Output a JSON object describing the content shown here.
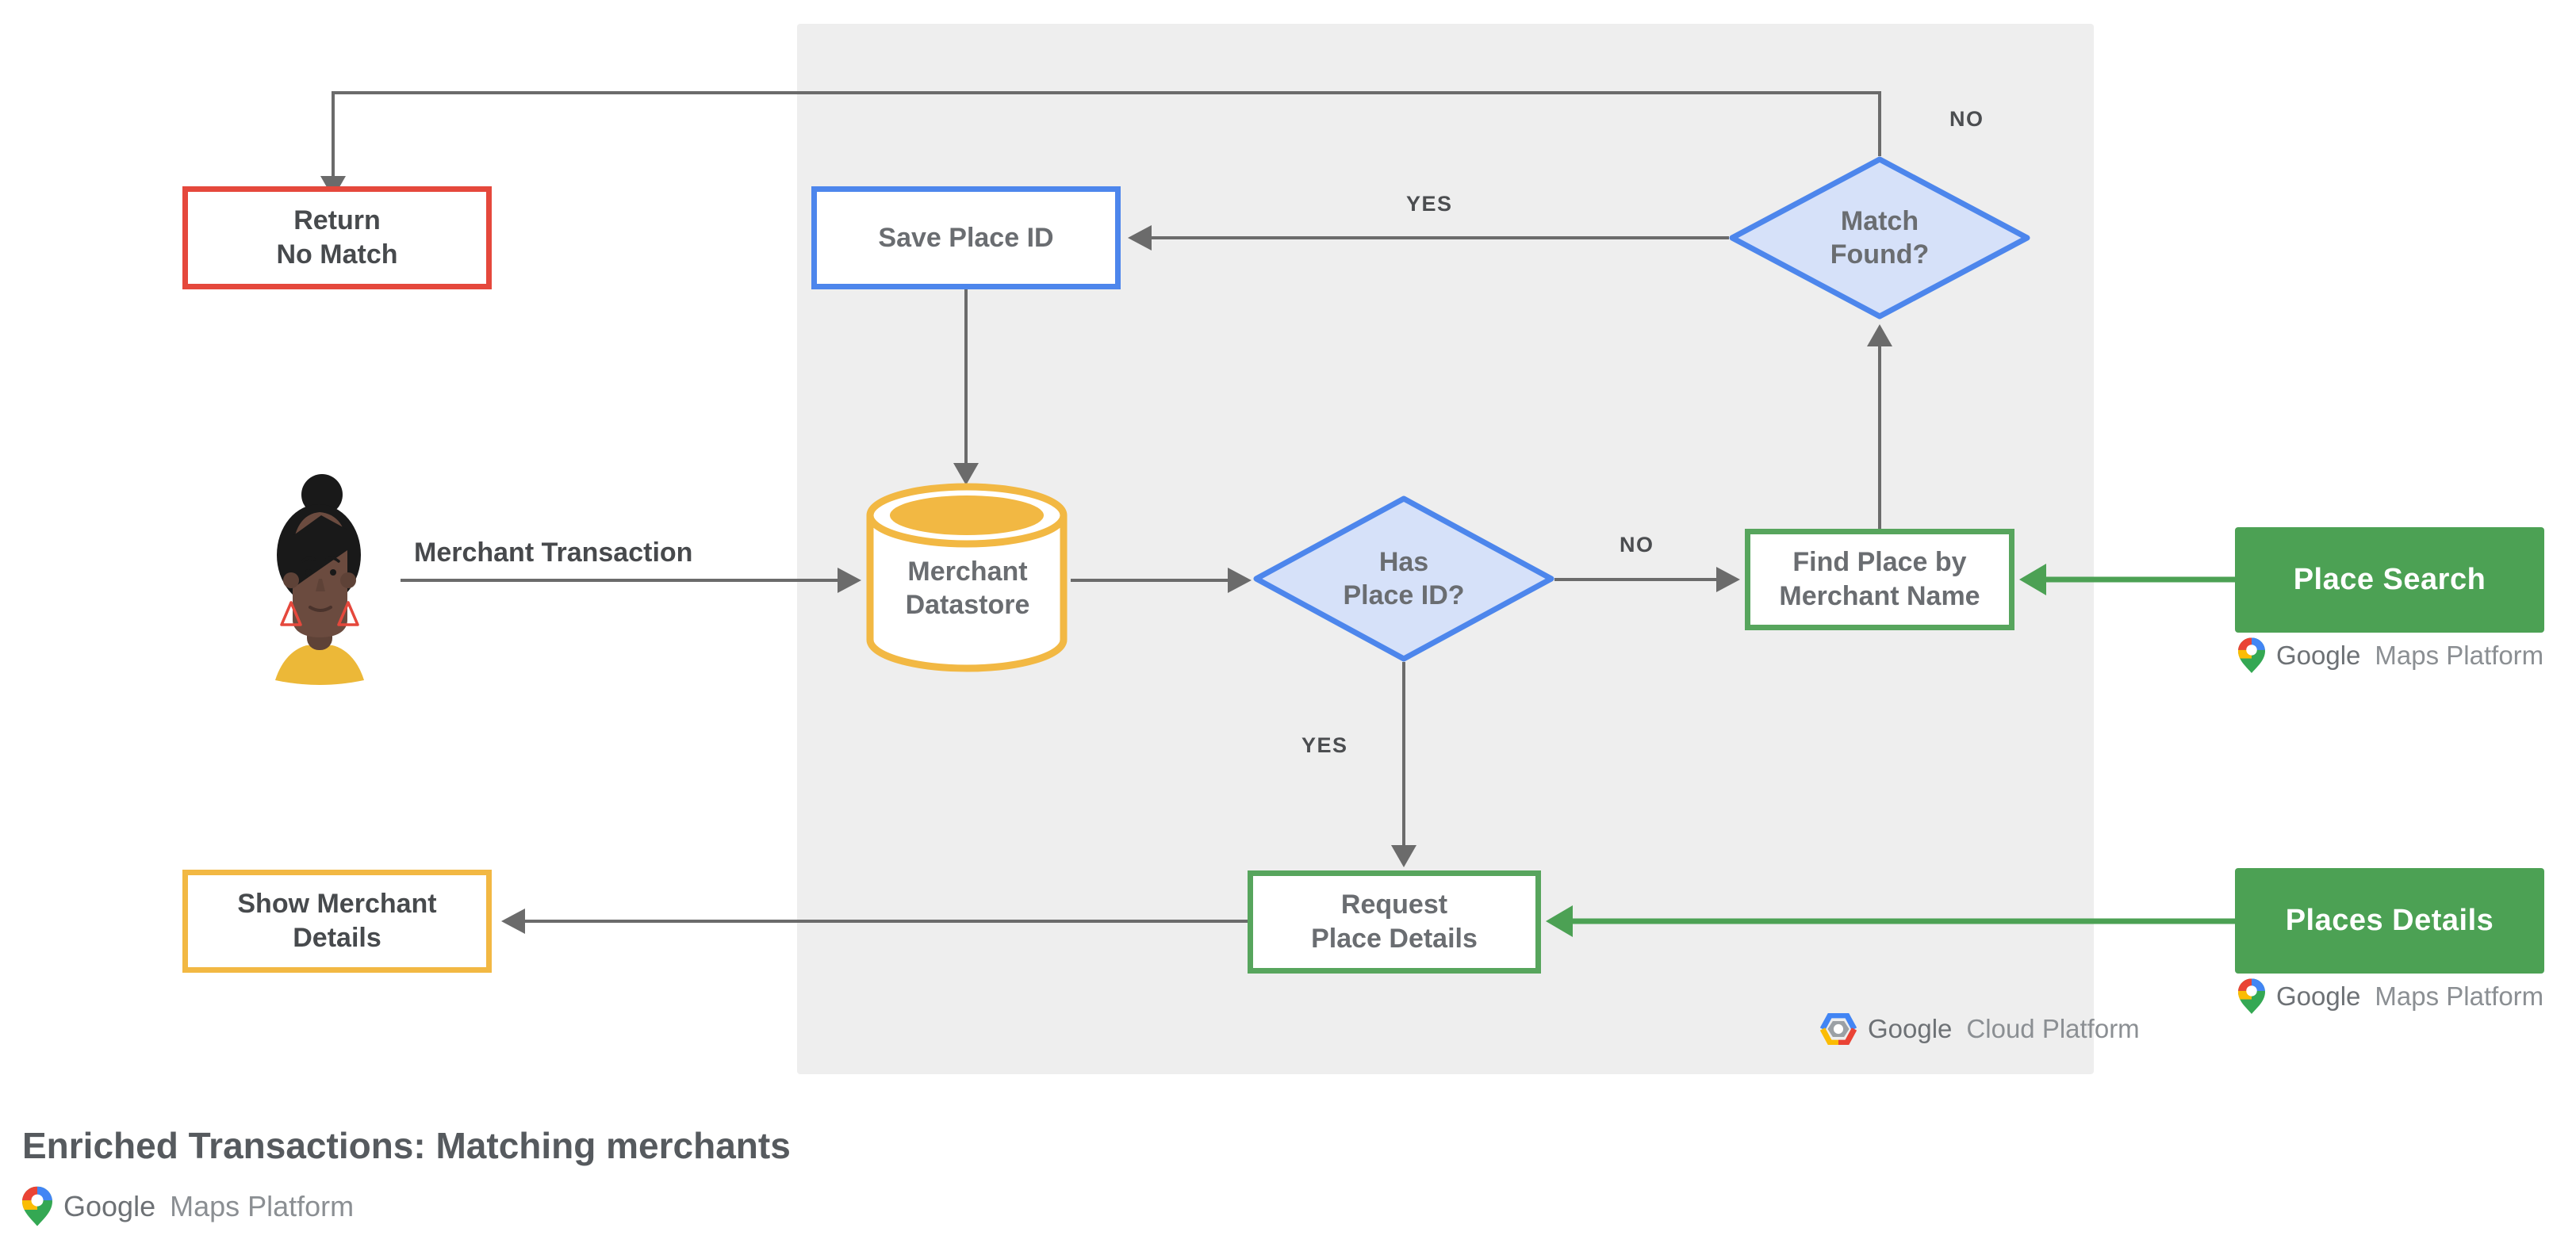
{
  "page": {
    "title": "Enriched Transactions: Matching merchants"
  },
  "nodes": {
    "return_no_match": {
      "line1": "Return",
      "line2": "No Match"
    },
    "save_place_id": {
      "line1": "Save Place ID"
    },
    "match_found": {
      "line1": "Match",
      "line2": "Found?"
    },
    "merchant_datastore": {
      "line1": "Merchant",
      "line2": "Datastore"
    },
    "has_place_id": {
      "line1": "Has",
      "line2": "Place ID?"
    },
    "find_place_by_merchant_name": {
      "line1": "Find Place by",
      "line2": "Merchant Name"
    },
    "request_place_details": {
      "line1": "Request",
      "line2": "Place Details"
    },
    "show_merchant_details": {
      "line1": "Show Merchant",
      "line2": "Details"
    },
    "place_search": {
      "label": "Place Search"
    },
    "places_details": {
      "label": "Places Details"
    }
  },
  "edge_labels": {
    "match_found_no": "NO",
    "match_found_yes": "YES",
    "has_place_id_no": "NO",
    "has_place_id_yes": "YES",
    "merchant_transaction": "Merchant Transaction"
  },
  "branding": {
    "maps_google": "Google",
    "maps_product": "Maps Platform",
    "cloud_google": "Google",
    "cloud_product": "Cloud Platform"
  },
  "colors": {
    "red_border": "#e5483c",
    "blue_border": "#4d86ec",
    "blue_fill": "#d6e1f9",
    "yellow_border": "#f2b843",
    "green_border": "#57a55d",
    "green_fill": "#4ca154",
    "panel_bg": "#eeeeee",
    "arrow_gray": "#6b6b6b",
    "google_blue": "#4285F4",
    "google_red": "#EA4335",
    "google_yellow": "#FBBC04",
    "google_green": "#34A853"
  }
}
